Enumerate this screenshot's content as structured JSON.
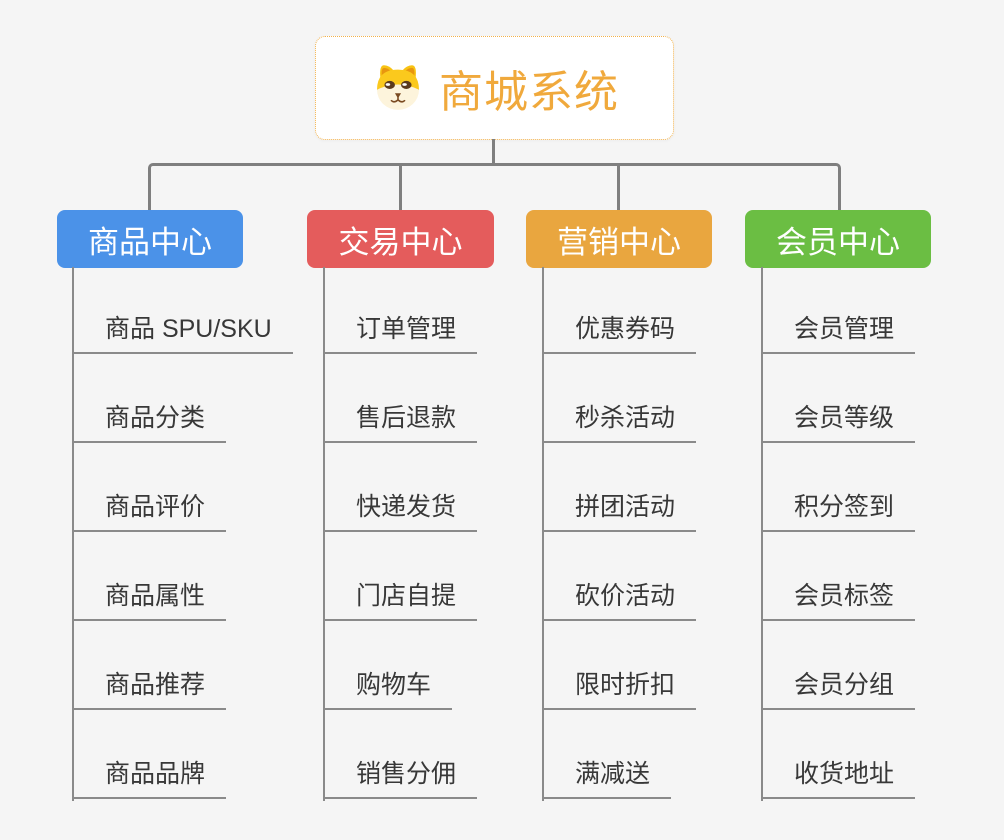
{
  "root": {
    "title": "商城系统",
    "icon": "dog-face-icon",
    "title_color": "#f0a93c",
    "border_color": "#f2b24d"
  },
  "branches": [
    {
      "label": "商品中心",
      "color": "#4b92e8",
      "children": [
        "商品 SPU/SKU",
        "商品分类",
        "商品评价",
        "商品属性",
        "商品推荐",
        "商品品牌"
      ]
    },
    {
      "label": "交易中心",
      "color": "#e45c5c",
      "children": [
        "订单管理",
        "售后退款",
        "快递发货",
        "门店自提",
        "购物车",
        "销售分佣"
      ]
    },
    {
      "label": "营销中心",
      "color": "#e9a63f",
      "children": [
        "优惠券码",
        "秒杀活动",
        "拼团活动",
        "砍价活动",
        "限时折扣",
        "满减送"
      ]
    },
    {
      "label": "会员中心",
      "color": "#6bbe43",
      "children": [
        "会员管理",
        "会员等级",
        "积分签到",
        "会员标签",
        "会员分组",
        "收货地址"
      ]
    }
  ],
  "colors": {
    "background": "#f5f5f5",
    "connector_line": "#7f7f7f",
    "child_line": "#8a8a8a",
    "child_text": "#383838"
  }
}
